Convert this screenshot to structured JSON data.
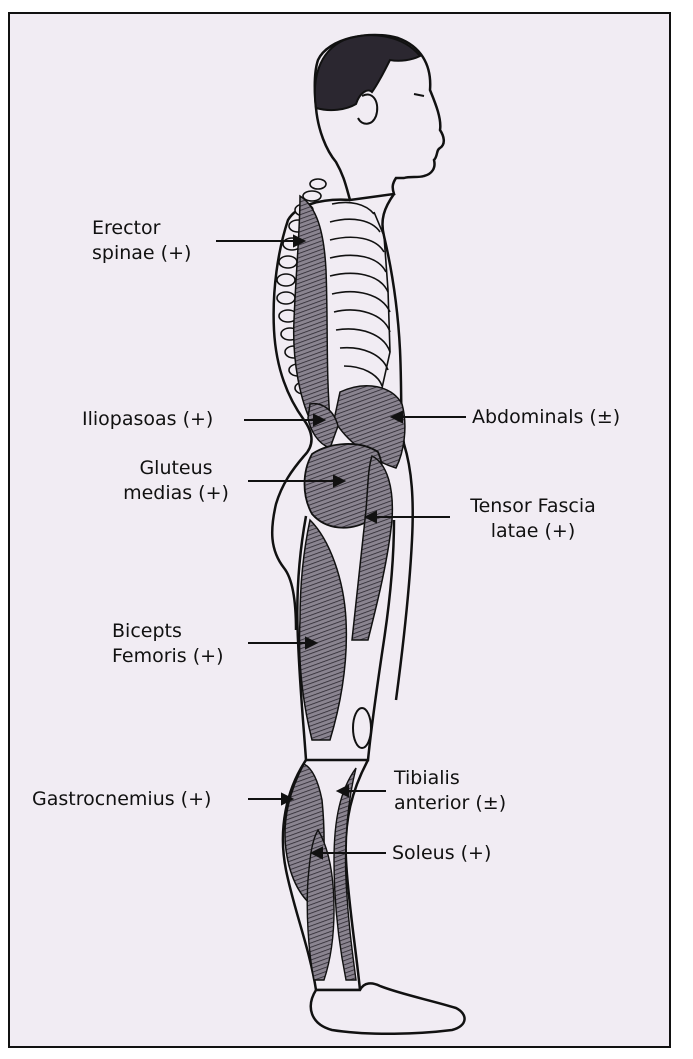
{
  "labels": {
    "erector": [
      "Erector",
      "spinae (+)"
    ],
    "iliopsoas": "Iliopasoas (+)",
    "gluteus": [
      "Gluteus",
      "medias (+)"
    ],
    "biceps": [
      "Bicepts",
      "Femoris (+)"
    ],
    "gastrocnemius": "Gastrocnemius (+)",
    "abdominals": "Abdominals (±)",
    "tensor": [
      "Tensor Fascia",
      "latae (+)"
    ],
    "tibialis": [
      "Tibialis",
      "anterior (±)"
    ],
    "soleus": "Soleus (+)"
  },
  "colors": {
    "background": "#f1ecf3",
    "ink": "#111111",
    "muscle_shade": "#6a6470"
  }
}
